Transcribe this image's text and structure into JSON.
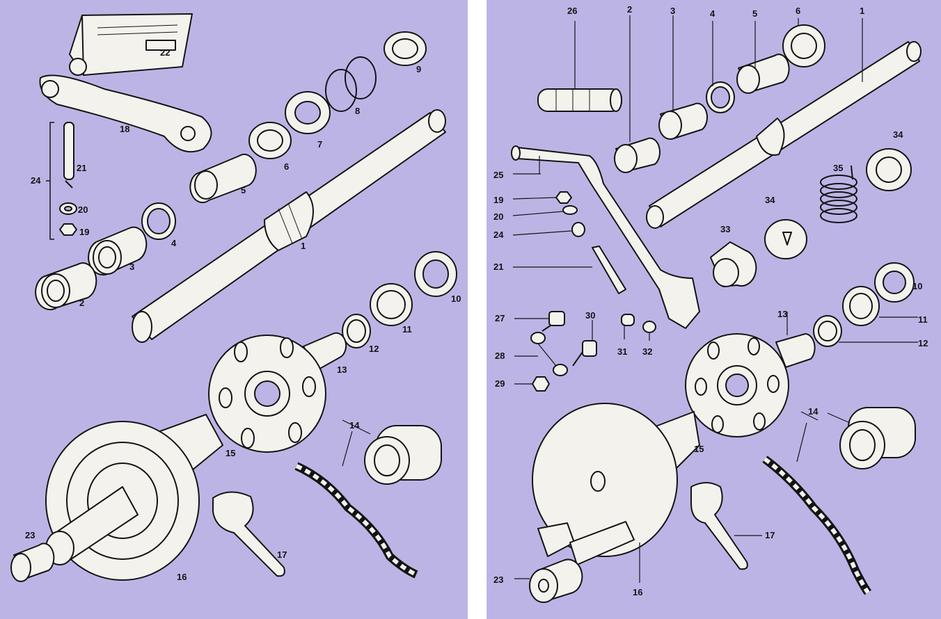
{
  "colors": {
    "background": "#bdb4e6",
    "ink": "#141414",
    "part_fill": "#f4f2ec",
    "divider": "#ffffff"
  },
  "left_diagram": {
    "labels": [
      "22",
      "9",
      "18",
      "8",
      "7",
      "6",
      "24",
      "21",
      "5",
      "20",
      "19",
      "4",
      "1",
      "3",
      "2",
      "10",
      "11",
      "12",
      "13",
      "14",
      "15",
      "23",
      "17",
      "16"
    ]
  },
  "right_diagram": {
    "labels": [
      "26",
      "2",
      "3",
      "4",
      "5",
      "6",
      "1",
      "34",
      "25",
      "35",
      "19",
      "20",
      "34",
      "24",
      "33",
      "21",
      "10",
      "27",
      "30",
      "13",
      "11",
      "31",
      "32",
      "12",
      "28",
      "29",
      "14",
      "15",
      "17",
      "23",
      "16"
    ]
  }
}
